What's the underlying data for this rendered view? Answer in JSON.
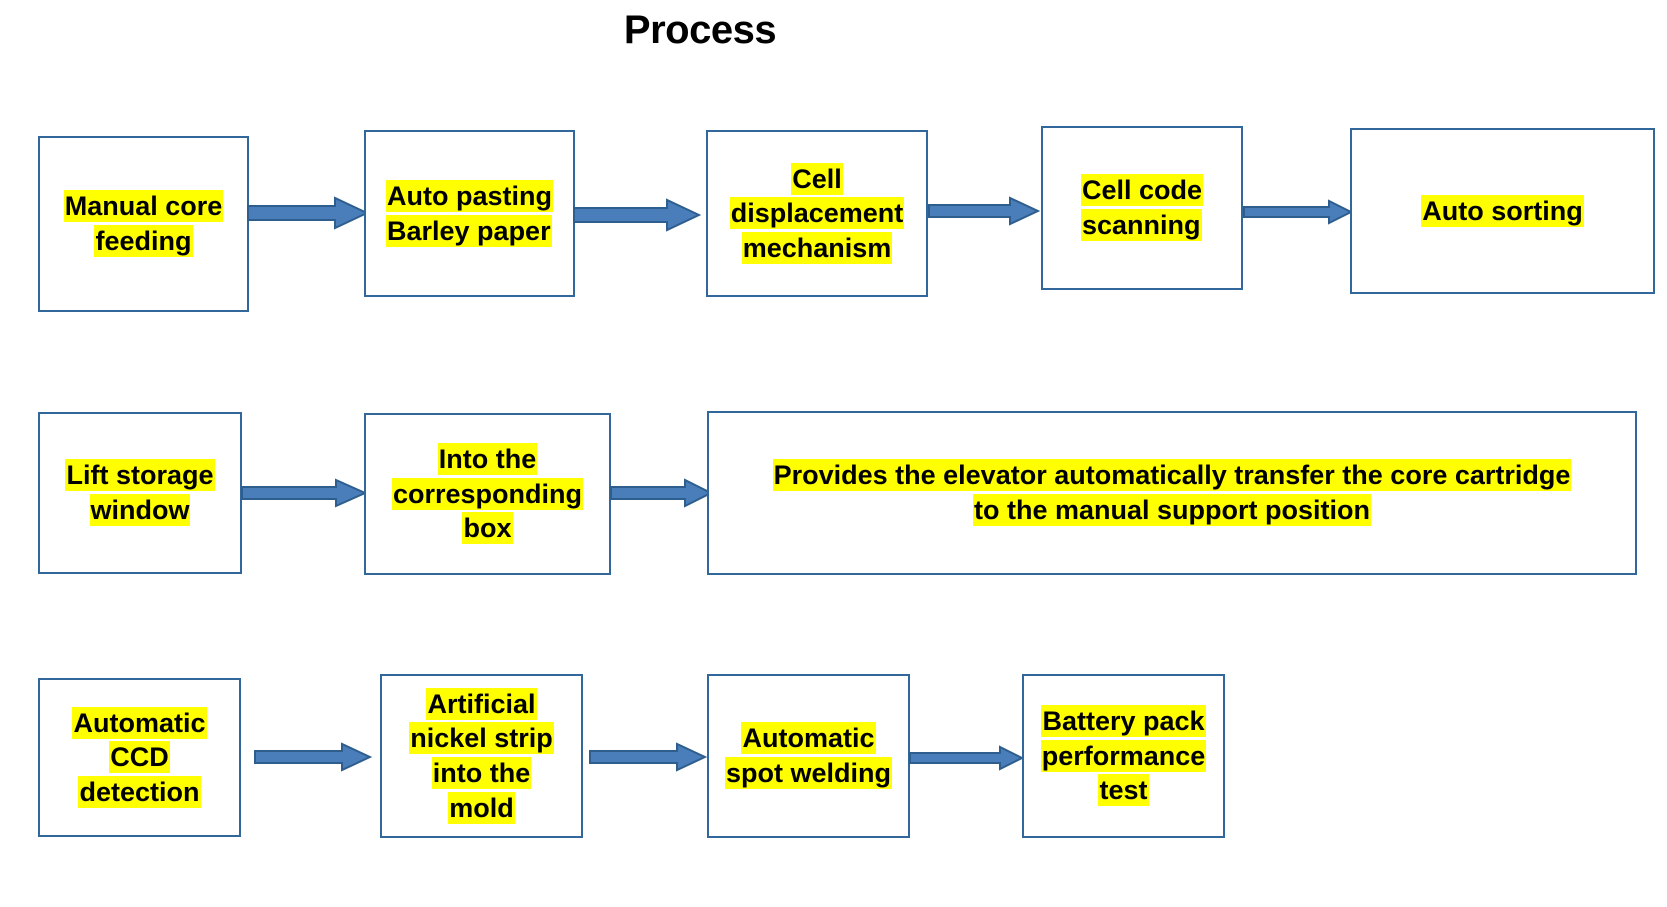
{
  "title": "Process",
  "colors": {
    "box_border": "#31679B",
    "box_fill": "#FFFFFF",
    "arrow_fill": "#4A7EBB",
    "arrow_stroke": "#2E5E8E",
    "highlight": "#FFFF00",
    "text": "#000000",
    "background": "#FFFFFF"
  },
  "rows": [
    {
      "id": "row-1",
      "nodes": [
        {
          "id": "manual-core-feeding",
          "lines": [
            "Manual core",
            "feeding"
          ],
          "align": "center"
        },
        {
          "id": "auto-pasting-barley-paper",
          "lines": [
            "Auto pasting",
            "Barley paper"
          ],
          "align": "left"
        },
        {
          "id": "cell-displacement-mechanism",
          "lines": [
            "Cell",
            "displacement",
            "mechanism"
          ],
          "align": "center"
        },
        {
          "id": "cell-code-scanning",
          "lines": [
            "Cell code",
            "scanning"
          ],
          "align": "left"
        },
        {
          "id": "auto-sorting",
          "lines": [
            "Auto sorting"
          ],
          "align": "left"
        }
      ],
      "arrows": 4
    },
    {
      "id": "row-2",
      "nodes": [
        {
          "id": "lift-storage-window",
          "lines": [
            "Lift storage",
            "window"
          ],
          "align": "center"
        },
        {
          "id": "into-the-corresponding-box",
          "lines": [
            "Into the",
            "corresponding",
            "box"
          ],
          "align": "center"
        },
        {
          "id": "provides-elevator-transfer",
          "lines": [
            "Provides the elevator automatically transfer the core cartridge",
            "to the manual support position"
          ],
          "align": "center"
        }
      ],
      "arrows": 2
    },
    {
      "id": "row-3",
      "nodes": [
        {
          "id": "automatic-ccd-detection",
          "lines": [
            "Automatic",
            "CCD",
            "detection"
          ],
          "align": "center"
        },
        {
          "id": "artificial-nickel-strip-into-the-mold",
          "lines": [
            "Artificial",
            "nickel strip",
            "into the",
            "mold"
          ],
          "align": "center"
        },
        {
          "id": "automatic-spot-welding",
          "lines": [
            "Automatic",
            "spot welding"
          ],
          "align": "center"
        },
        {
          "id": "battery-pack-performance-test",
          "lines": [
            "Battery pack",
            "performance",
            "test"
          ],
          "align": "center"
        }
      ],
      "arrows": 3
    }
  ]
}
